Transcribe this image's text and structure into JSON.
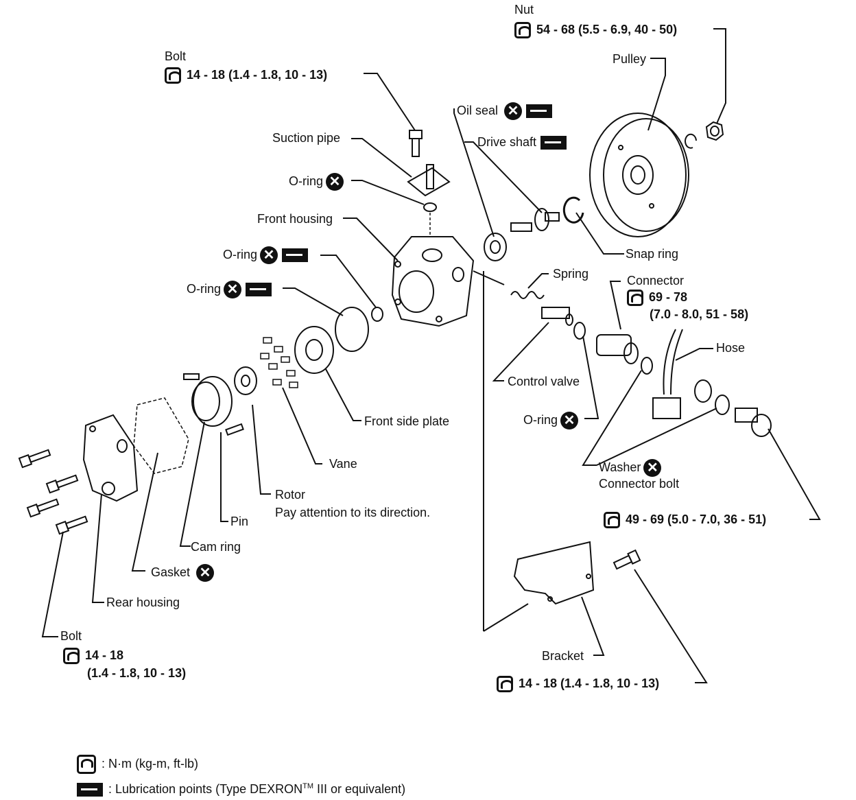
{
  "labels": {
    "nut": "Nut",
    "nut_torque": "54 - 68 (5.5 - 6.9, 40 - 50)",
    "bolt_top": "Bolt",
    "bolt_top_torque": "14 - 18 (1.4 - 1.8, 10 - 13)",
    "pulley": "Pulley",
    "oil_seal": "Oil seal",
    "drive_shaft": "Drive shaft",
    "suction_pipe": "Suction pipe",
    "oring_1": "O-ring",
    "front_housing": "Front housing",
    "oring_2": "O-ring",
    "oring_3": "O-ring",
    "snap_ring": "Snap ring",
    "spring": "Spring",
    "connector": "Connector",
    "connector_torque_1": "69 - 78",
    "connector_torque_2": "(7.0 - 8.0, 51 - 58)",
    "hose": "Hose",
    "control_valve": "Control valve",
    "oring_4": "O-ring",
    "front_side_plate": "Front side plate",
    "vane": "Vane",
    "washer": "Washer",
    "connector_bolt": "Connector bolt",
    "connector_bolt_torque": "49 - 69 (5.0 - 7.0, 36 - 51)",
    "rotor": "Rotor",
    "rotor_note": "Pay attention to its direction.",
    "pin": "Pin",
    "cam_ring": "Cam ring",
    "gasket": "Gasket",
    "rear_housing": "Rear housing",
    "bolt_bottom": "Bolt",
    "bolt_bottom_torque_1": "14 - 18",
    "bolt_bottom_torque_2": "(1.4 - 1.8, 10 - 13)",
    "bracket": "Bracket",
    "bracket_torque": "14 - 18 (1.4 - 1.8, 10 - 13)"
  },
  "legend": {
    "torque_unit": ": N·m (kg-m, ft-lb)",
    "lubrication_prefix": ": Lubrication points (Type DEXRON",
    "lubrication_tm": "TM",
    "lubrication_suffix": " III or equivalent)"
  },
  "symbols": {
    "replace": "✕"
  }
}
